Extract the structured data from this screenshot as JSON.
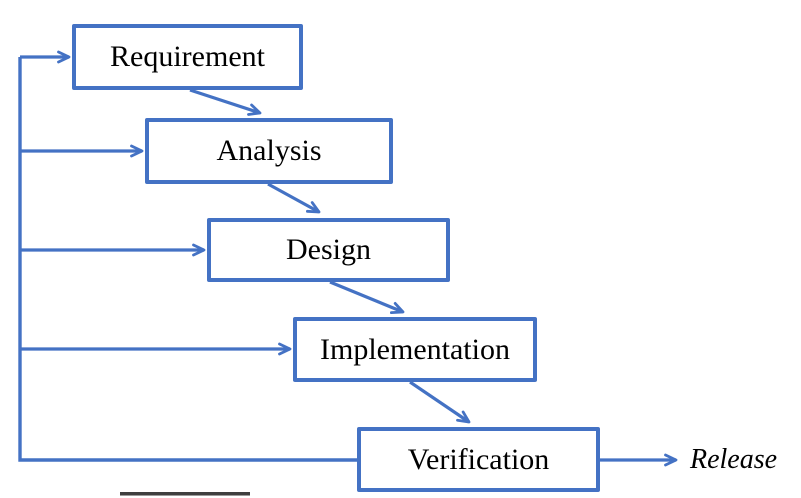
{
  "diagram": {
    "stages": [
      {
        "label": "Requirement"
      },
      {
        "label": "Analysis"
      },
      {
        "label": "Design"
      },
      {
        "label": "Implementation"
      },
      {
        "label": "Verification"
      }
    ],
    "output_label": "Release",
    "colors": {
      "line": "#4472C4",
      "text": "#000000",
      "partial_edge": "#3f3f3f",
      "background": "#ffffff"
    }
  }
}
